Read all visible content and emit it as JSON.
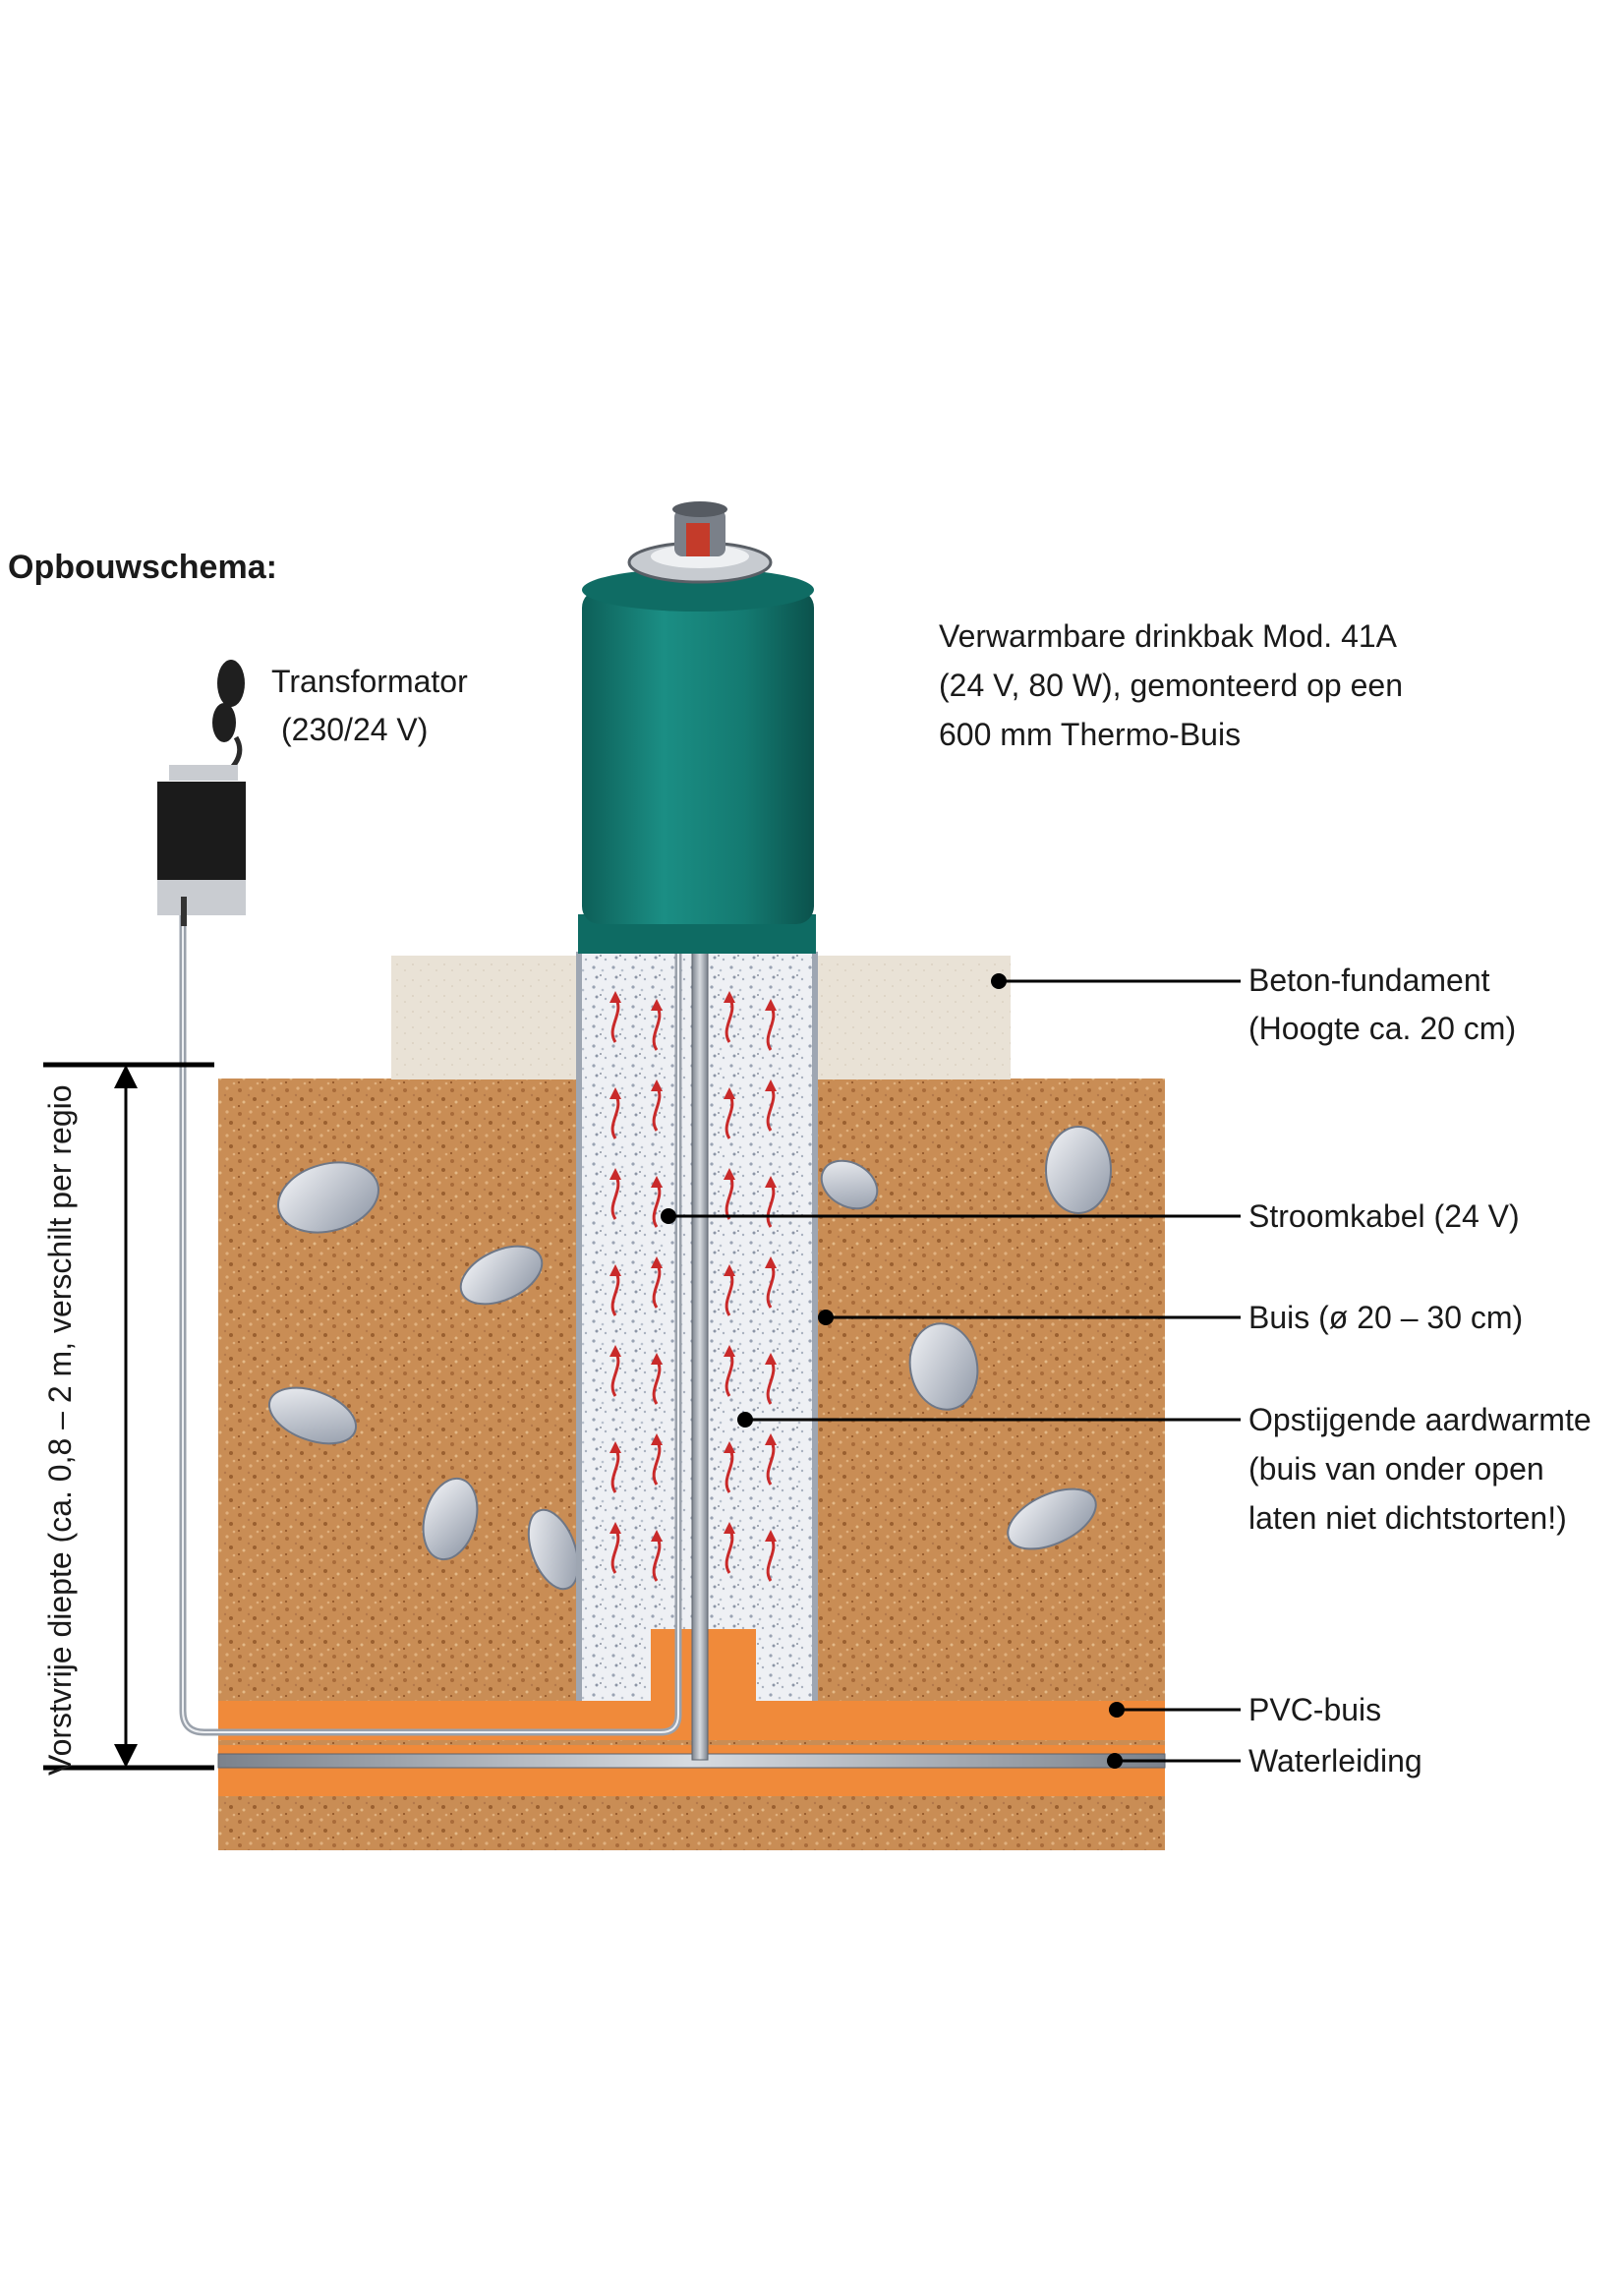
{
  "title": "Opbouwschema:",
  "transformer": {
    "line1": "Transformator",
    "line2": "(230/24 V)"
  },
  "trough": {
    "line1": "Verwarmbare drinkbak Mod. 41A",
    "line2": "(24 V, 80 W), gemonteerd op een",
    "line3": "600 mm Thermo-Buis"
  },
  "callouts": {
    "foundation": {
      "line1": "Beton-fundament",
      "line2": "(Hoogte ca. 20 cm)"
    },
    "cable": {
      "line1": "Stroomkabel (24 V)"
    },
    "pipe": {
      "line1": "Buis (ø 20 – 30 cm)"
    },
    "heat": {
      "line1": "Opstijgende aardwarmte",
      "line2": "(buis van onder open",
      "line3": "laten niet dichtstorten!)"
    },
    "pvc": {
      "line1": "PVC-buis"
    },
    "water": {
      "line1": "Waterleiding"
    }
  },
  "depth_label": "Vorstvrije diepte (ca. 0,8 – 2 m, verschilt per regio",
  "colors": {
    "soil": "#c98d55",
    "concrete": "#e9e2d6",
    "trough": "#137a72",
    "orange": "#f08a3a",
    "heat_arrow": "#c92a2a"
  }
}
